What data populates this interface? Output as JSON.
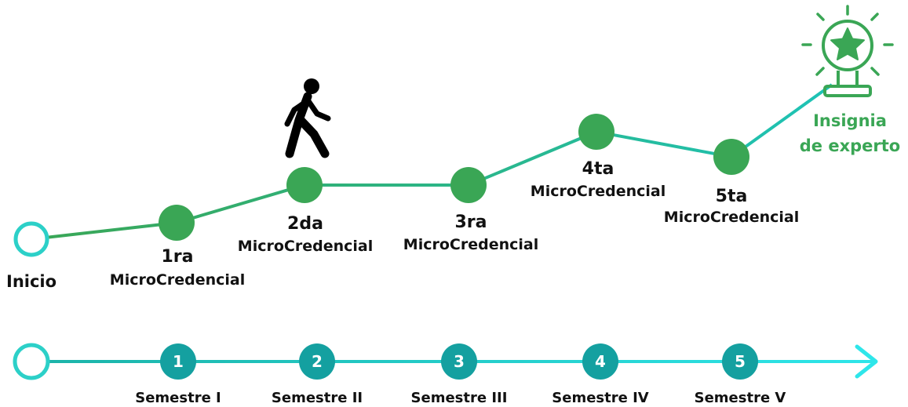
{
  "colors": {
    "node_green": "#3aa655",
    "badge_green": "#3aa655",
    "path_teal": "#1ec3b6",
    "sem_node": "#14a0a0",
    "sem_line": "#2cd0c8",
    "start_ring": "#2cd0c8",
    "text": "#111111"
  },
  "start": {
    "label": "Inicio"
  },
  "stages": [
    {
      "num": "1ra",
      "label": "MicroCredencial"
    },
    {
      "num": "2da",
      "label": "MicroCredencial"
    },
    {
      "num": "3ra",
      "label": "MicroCredencial"
    },
    {
      "num": "4ta",
      "label": "MicroCredencial"
    },
    {
      "num": "5ta",
      "label": "MicroCredencial"
    }
  ],
  "badge": {
    "line1": "Insignia",
    "line2": "de experto",
    "icon": "star-trophy-icon"
  },
  "walker_icon": "walking-person-icon",
  "semesters": [
    {
      "num": "1",
      "label": "Semestre I"
    },
    {
      "num": "2",
      "label": "Semestre II"
    },
    {
      "num": "3",
      "label": "Semestre III"
    },
    {
      "num": "4",
      "label": "Semestre IV"
    },
    {
      "num": "5",
      "label": "Semestre V"
    }
  ]
}
